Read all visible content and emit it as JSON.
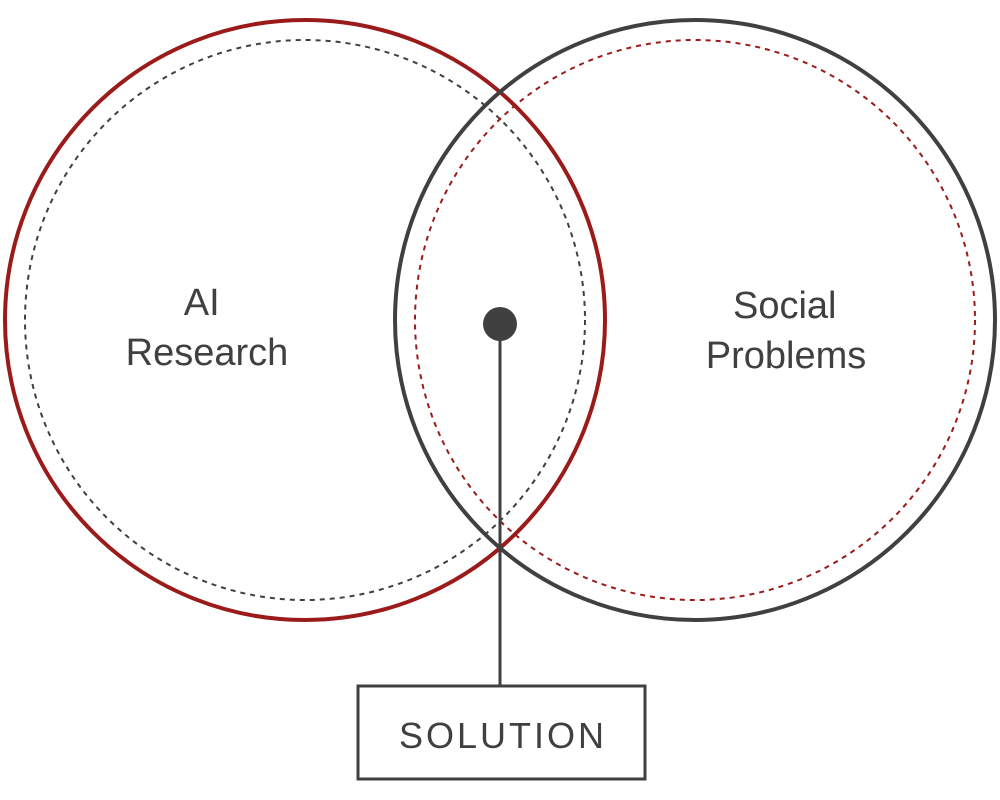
{
  "colors": {
    "accent": "#9b1b1b",
    "ink": "#404040",
    "background": "#ffffff"
  },
  "circles": {
    "left": {
      "label_line1": "AI",
      "label_line2": "Research"
    },
    "right": {
      "label_line1": "Social",
      "label_line2": "Problems"
    }
  },
  "solution": {
    "label": "SOLUTION"
  }
}
